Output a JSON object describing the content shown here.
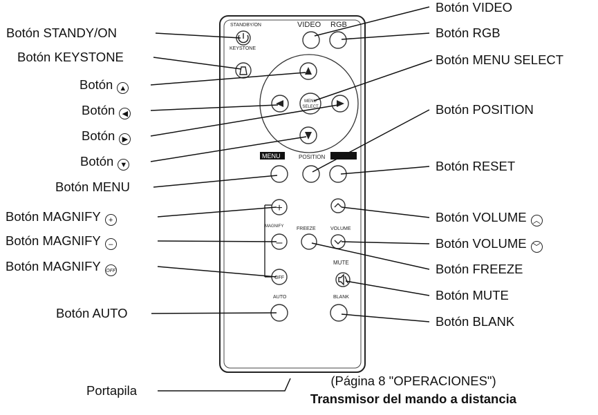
{
  "remote": {
    "standby_on": "STANDBY/ON",
    "video": "VIDEO",
    "rgb": "RGB",
    "keystone": "KEYSTONE",
    "menu_select": [
      "MENU",
      "SELECT"
    ],
    "menu": "MENU",
    "position": "POSITION",
    "magnify": "MAGNIFY",
    "freeze": "FREEZE",
    "volume": "VOLUME",
    "mute": "MUTE",
    "auto": "AUTO",
    "blank": "BLANK",
    "plus_glyph": "+",
    "minus_glyph": "–",
    "off_glyph": "OFF"
  },
  "labels_left": {
    "standby": "Botón STANDY/ON",
    "keystone": "Botón KEYSTONE",
    "up": "Botón",
    "left": "Botón",
    "right": "Botón",
    "down": "Botón",
    "menu": "Botón MENU",
    "mag_plus": "Botón MAGNIFY",
    "mag_minus": "Botón MAGNIFY",
    "mag_off": "Botón MAGNIFY",
    "auto": "Botón AUTO",
    "battery": "Portapila"
  },
  "labels_right": {
    "video": "Botón VIDEO",
    "rgb": "Botón RGB",
    "menu_select": "Botón MENU SELECT",
    "position": "Botón POSITION",
    "reset": "Botón RESET",
    "vol_up": "Botón VOLUME",
    "vol_down": "Botón VOLUME",
    "freeze": "Botón FREEZE",
    "mute": "Botón MUTE",
    "blank": "Botón BLANK"
  },
  "glyphs": {
    "up": "▲",
    "left": "◀",
    "right": "▶",
    "down": "▼",
    "plus": "+",
    "minus": "–",
    "off": "OFF",
    "vol_up": "︿",
    "vol_down": "﹀"
  },
  "caption": {
    "ref": "(Página 8 \"OPERACIONES\")",
    "title": "Transmisor del mando a distancia"
  }
}
